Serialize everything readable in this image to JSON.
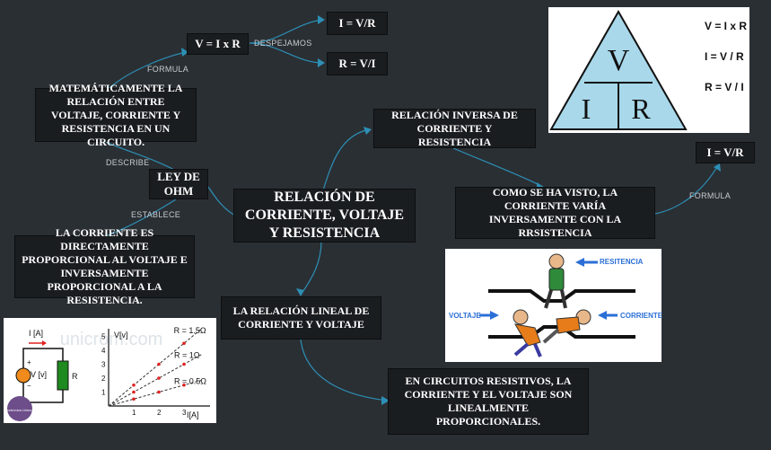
{
  "central": {
    "label": "RELACIÓN DE CORRIENTE, VOLTAJE Y RESISTENCIA"
  },
  "ley_ohm": {
    "label": "LEY DE OHM"
  },
  "matematica": {
    "label": "MATEMÁTICAMENTE LA RELACIÓN ENTRE VOLTAJE, CORRIENTE Y RESISTENCIA EN UN CIRCUITO."
  },
  "formula_main": {
    "label": "V = I x R"
  },
  "despeje_i": {
    "label": "I = V/R"
  },
  "despeje_r": {
    "label": "R = V/I"
  },
  "corriente_directa": {
    "label": "LA CORRIENTE ES DIRECTAMENTE PROPORCIONAL AL VOLTAJE E INVERSAMENTE PROPORCIONAL A LA RESISTENCIA."
  },
  "inversa": {
    "label": "RELACIÓN INVERSA DE CORRIENTE Y RESISTENCIA"
  },
  "como_visto": {
    "label": "COMO SE HA VISTO, LA CORRIENTE VARÍA INVERSAMENTE CON LA RRSISTENCIA"
  },
  "formula_right": {
    "label": "I = V/R"
  },
  "lineal": {
    "label": "LA RELACIÓN LINEAL DE CORRIENTE Y VOLTAJE"
  },
  "circuitos": {
    "label": "EN CIRCUITOS RESISTIVOS, LA CORRIENTE Y EL VOLTAJE SON LINEALMENTE PROPORCIONALES."
  },
  "edge_labels": {
    "formula": "FORMULA",
    "despejamos": "DESPEJAMOS",
    "describe": "DESCRIBE",
    "establece": "ESTABLECE",
    "formula2": "FORMULA"
  },
  "triangle_panel": {
    "top_letter": "V",
    "left_letter": "I",
    "right_letter": "R",
    "formulas": [
      "V = I x R",
      "I = V / R",
      "R = V / I"
    ]
  },
  "figure_panel": {
    "labels": {
      "resistencia": "RESITENCIA",
      "voltaje": "VOLTAJE",
      "corriente": "CORRIENTE"
    }
  },
  "graph_panel": {
    "watermark": "unicrom.com",
    "current_label": "I [A]",
    "voltage_label": "V [v]",
    "resistor_label": "R",
    "y_axis_label": "V[v]",
    "x_axis_label": "I[A]",
    "y_ticks": [
      "1",
      "2",
      "3",
      "4",
      "5"
    ],
    "x_ticks": [
      "1",
      "2",
      "3"
    ],
    "plus_sign": "+",
    "minus_sign": "−",
    "logo_text": "Electrónica Unicrom",
    "colors": {
      "source": "#f08a1c",
      "resistor": "#1f8a1f",
      "dots": "#e02020"
    }
  },
  "chart_data": {
    "type": "line",
    "title": "",
    "xlabel": "I[A]",
    "ylabel": "V[v]",
    "xlim": [
      0,
      3.7
    ],
    "ylim": [
      0,
      5.5
    ],
    "grid": false,
    "series": [
      {
        "name": "R = 1.5Ω",
        "x": [
          0,
          1,
          2,
          3
        ],
        "values": [
          0,
          1.5,
          3,
          4.5
        ]
      },
      {
        "name": "R = 1Ω",
        "x": [
          0,
          1,
          2,
          3
        ],
        "values": [
          0,
          1,
          2,
          3
        ]
      },
      {
        "name": "R = 0.5Ω",
        "x": [
          0,
          1,
          2,
          3
        ],
        "values": [
          0,
          0.5,
          1,
          1.5
        ]
      }
    ]
  }
}
